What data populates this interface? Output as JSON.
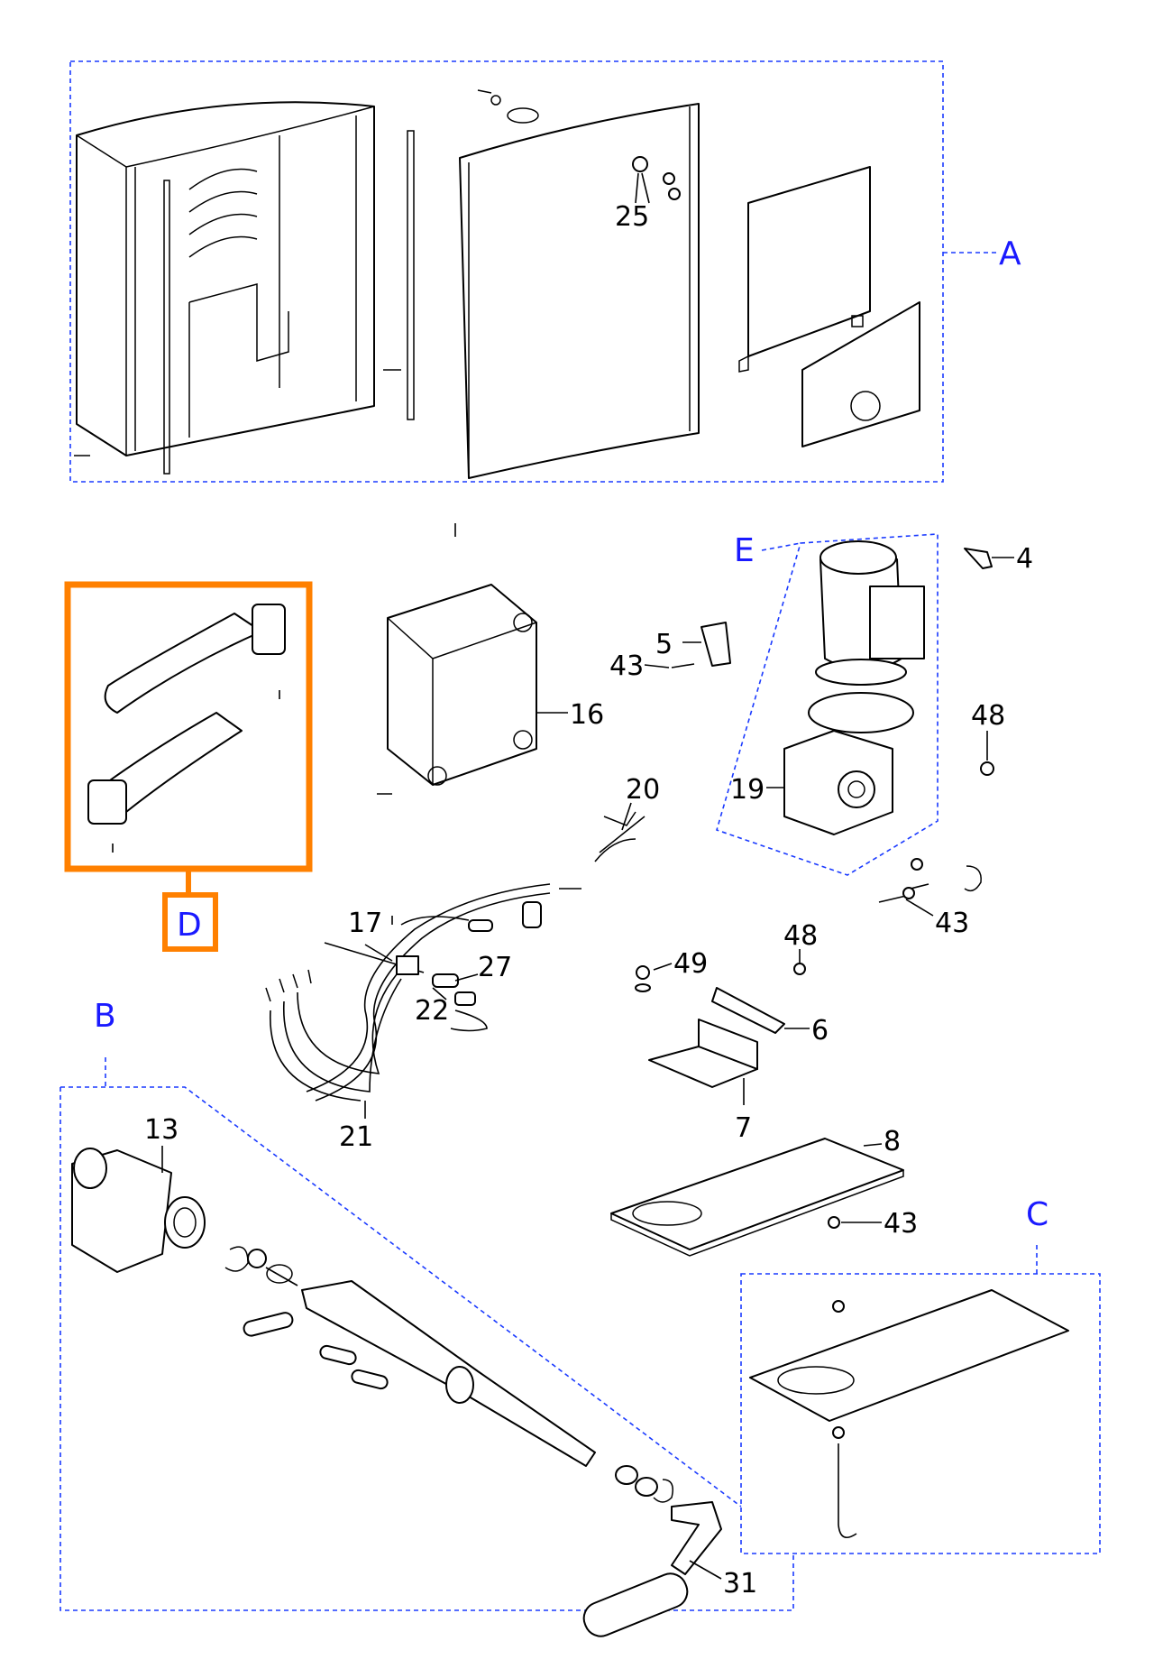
{
  "callouts": {
    "n25": "25",
    "n16": "16",
    "n4": "4",
    "n5": "5",
    "n43a": "43",
    "n48a": "48",
    "n19": "19",
    "n20": "20",
    "n17": "17",
    "n27": "27",
    "n22": "22",
    "n21": "21",
    "n43b": "43",
    "n49": "49",
    "n48b": "48",
    "n6": "6",
    "n7": "7",
    "n8": "8",
    "n43c": "43",
    "n13": "13",
    "n31": "31"
  },
  "groups": {
    "A": "A",
    "B": "B",
    "C": "C",
    "D": "D",
    "E": "E"
  },
  "colors": {
    "group_label": "#1a1aff",
    "group_frame": "#1a3aff",
    "highlight": "#ff8000"
  }
}
